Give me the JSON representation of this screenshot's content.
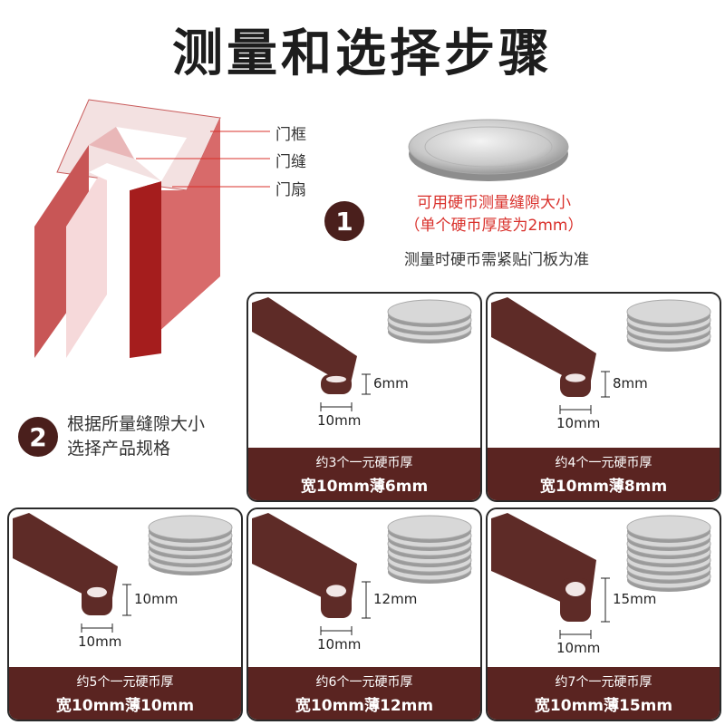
{
  "title": "测量和选择步骤",
  "door_labels": {
    "frame": "门框",
    "gap": "门缝",
    "leaf": "门扇"
  },
  "step1": {
    "number": "1",
    "line1": "可用硬币测量缝隙大小",
    "line2": "（单个硬币厚度为2mm）",
    "line3": "测量时硬币需紧贴门板为准",
    "accent_color": "#d9302b"
  },
  "step2": {
    "number": "2",
    "line1": "根据所量缝隙大小",
    "line2": "选择产品规格"
  },
  "products": [
    {
      "coins": "约3个一元硬币厚",
      "spec": "宽10mm薄6mm",
      "height_label": "6mm",
      "width_label": "10mm",
      "coin_count": 3
    },
    {
      "coins": "约4个一元硬币厚",
      "spec": "宽10mm薄8mm",
      "height_label": "8mm",
      "width_label": "10mm",
      "coin_count": 4
    },
    {
      "coins": "约5个一元硬币厚",
      "spec": "宽10mm薄10mm",
      "height_label": "10mm",
      "width_label": "10mm",
      "coin_count": 5
    },
    {
      "coins": "约6个一元硬币厚",
      "spec": "宽10mm薄12mm",
      "height_label": "12mm",
      "width_label": "10mm",
      "coin_count": 6
    },
    {
      "coins": "约7个一元硬币厚",
      "spec": "宽10mm薄15mm",
      "height_label": "15mm",
      "width_label": "10mm",
      "coin_count": 7
    }
  ],
  "colors": {
    "footer": "#5a2421",
    "badge": "#4a1f1c",
    "strip": "#5e2b27"
  }
}
